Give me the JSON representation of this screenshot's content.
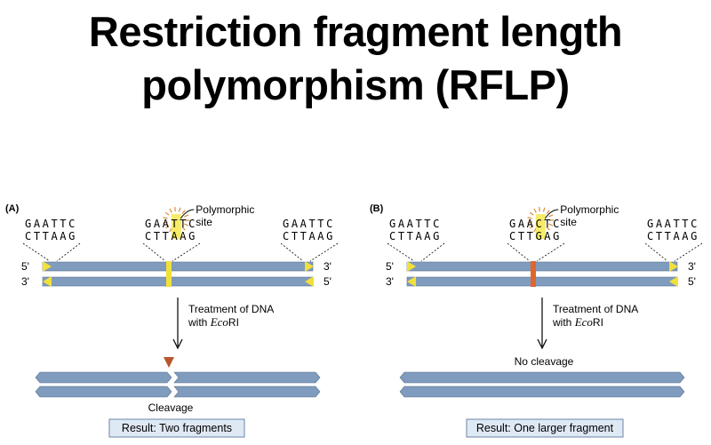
{
  "title": {
    "line1": "Restriction fragment length",
    "line2": "polymorphism (RFLP)"
  },
  "panels": [
    {
      "label": "(A)",
      "sites": [
        {
          "top": "GAATTC",
          "bottom": "CTTAAG"
        },
        {
          "top": "GAATTC",
          "bottom": "CTTAAG",
          "highlight_index": 3,
          "polymorphic": true
        },
        {
          "top": "GAATTC",
          "bottom": "CTTAAG"
        }
      ],
      "polymorphic_label_1": "Polymorphic",
      "polymorphic_label_2": "site",
      "strand_top_left": "5'",
      "strand_bottom_left": "3'",
      "strand_top_right": "3'",
      "strand_bottom_right": "5'",
      "treatment_line1": "Treatment of DNA",
      "treatment_line2_prefix": "with ",
      "treatment_enzyme_italic": "Eco",
      "treatment_enzyme_rest": "RI",
      "cleavage_text": "Cleavage",
      "result": "Result: Two fragments",
      "middle_site_color": "#f2e03a"
    },
    {
      "label": "(B)",
      "sites": [
        {
          "top": "GAATTC",
          "bottom": "CTTAAG"
        },
        {
          "top": "GAACTC",
          "bottom": "CTTGAG",
          "highlight_index": 3,
          "polymorphic": true
        },
        {
          "top": "GAATTC",
          "bottom": "CTTAAG"
        }
      ],
      "polymorphic_label_1": "Polymorphic",
      "polymorphic_label_2": "site",
      "strand_top_left": "5'",
      "strand_bottom_left": "3'",
      "strand_top_right": "3'",
      "strand_bottom_right": "5'",
      "treatment_line1": "Treatment of DNA",
      "treatment_line2_prefix": "with ",
      "treatment_enzyme_italic": "Eco",
      "treatment_enzyme_rest": "RI",
      "cleavage_text": "No cleavage",
      "result": "Result: One larger fragment",
      "middle_site_color": "#e0662e"
    }
  ],
  "colors": {
    "strand": "#7f9bbd",
    "strand_edge": "#5a7394",
    "site_yellow": "#f2e03a",
    "highlight_yellow": "#f6ec6a",
    "burst": "#d98a3a",
    "cut_arrow": "#b5572e",
    "result_box_bg": "#dfe9f4",
    "result_box_border": "#6b86a8"
  }
}
